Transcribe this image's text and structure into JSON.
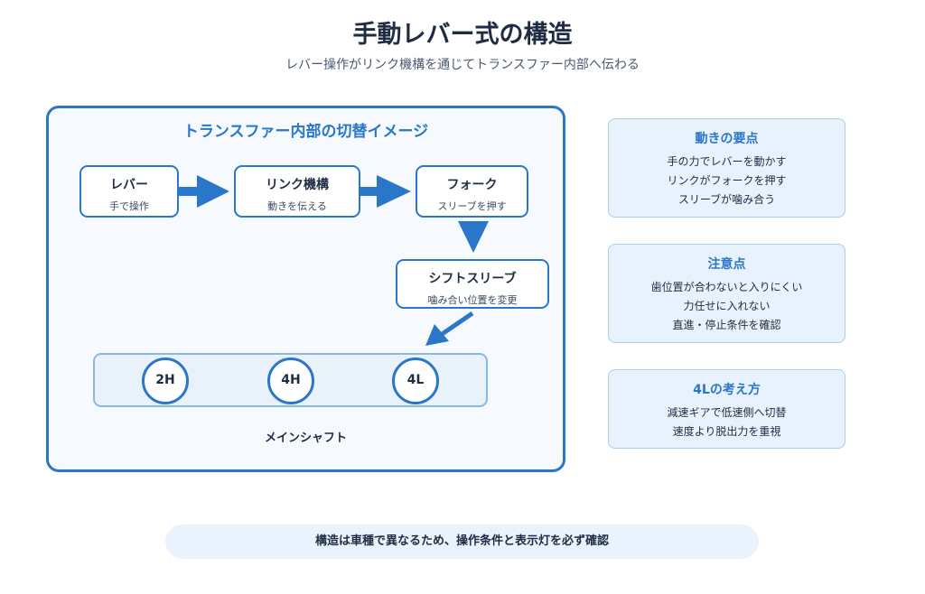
{
  "header": {
    "title": "手動レバー式の構造",
    "subtitle": "レバー操作がリンク機構を通じてトランスファー内部へ伝わる"
  },
  "panel": {
    "title": "トランスファー内部の切替イメージ",
    "nodes": {
      "lever": {
        "title": "レバー",
        "sub": "手で操作"
      },
      "link": {
        "title": "リンク機構",
        "sub": "動きを伝える"
      },
      "fork": {
        "title": "フォーク",
        "sub": "スリーブを押す"
      },
      "sleeve": {
        "title": "シフトスリーブ",
        "sub": "噛み合い位置を変更"
      }
    },
    "gears": [
      "2H",
      "4H",
      "4L"
    ],
    "shaft_label": "メインシャフト"
  },
  "cards": [
    {
      "title": "動きの要点",
      "lines": [
        "手の力でレバーを動かす",
        "リンクがフォークを押す",
        "スリーブが噛み合う"
      ]
    },
    {
      "title": "注意点",
      "lines": [
        "歯位置が合わないと入りにくい",
        "力任せに入れない",
        "直進・停止条件を確認"
      ]
    },
    {
      "title": "4Lの考え方",
      "lines": [
        "減速ギアで低速側へ切替",
        "速度より脱出力を重視"
      ]
    }
  ],
  "footer": "構造は車種で異なるため、操作条件と表示灯を必ず確認",
  "colors": {
    "accent": "#2a76c8",
    "card_bg": "#e8f2fc",
    "panel_bg": "#f6faff"
  }
}
